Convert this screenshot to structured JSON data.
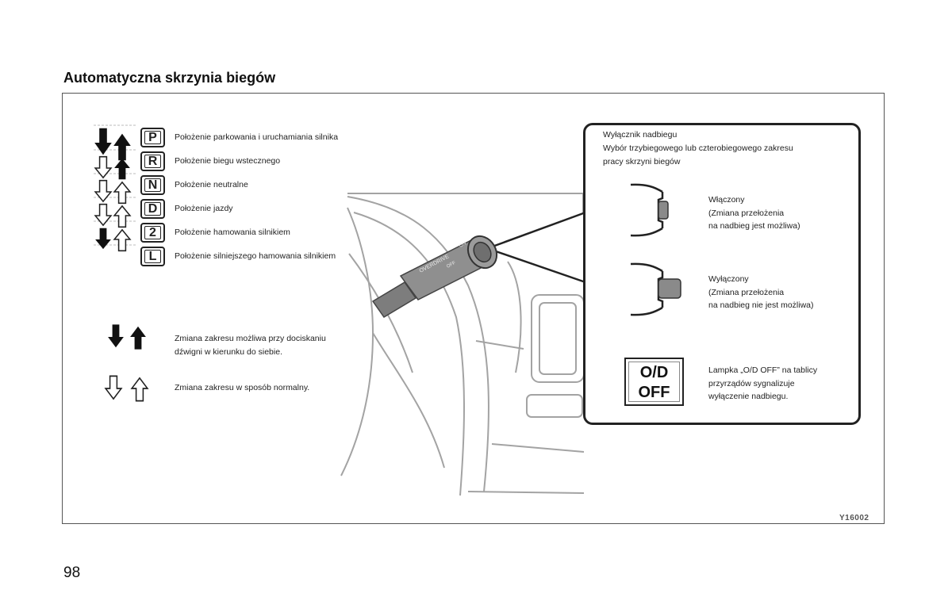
{
  "page": {
    "title": "Automatyczna skrzynia biegów",
    "number": "98",
    "figure_code": "Y16002"
  },
  "gears": [
    {
      "letter": "P",
      "label": "Położenie parkowania i uruchamiania silnika"
    },
    {
      "letter": "R",
      "label": "Położenie biegu wstecznego"
    },
    {
      "letter": "N",
      "label": "Położenie neutralne"
    },
    {
      "letter": "D",
      "label": "Położenie jazdy"
    },
    {
      "letter": "2",
      "label": "Położenie hamowania silnikiem"
    },
    {
      "letter": "L",
      "label": "Położenie silniejszego hamowania silnikiem"
    }
  ],
  "lever_markings": [
    "OVERDRIVE",
    "ON",
    "OFF"
  ],
  "notes": {
    "press_line1": "Zmiana zakresu możliwa przy dociskaniu",
    "press_line2": "dźwigni w kierunku do siebie.",
    "normal": "Zmiana zakresu w sposób normalny."
  },
  "callout": {
    "title": "Wyłącznik nadbiegu",
    "desc_line1": "Wybór trzybiegowego lub czterobiegowego zakresu",
    "desc_line2": "pracy skrzyni biegów",
    "on": {
      "line1": "Włączony",
      "line2": "(Zmiana przełożenia",
      "line3": "na nadbieg jest możliwa)"
    },
    "off": {
      "line1": "Wyłączony",
      "line2": "(Zmiana przełożenia",
      "line3": "na nadbieg nie jest możliwa)"
    },
    "lamp": {
      "label_line1": "O/D",
      "label_line2": "OFF",
      "desc_line1": "Lampka „O/D OFF” na tablicy",
      "desc_line2": "przyrządów sygnalizuje",
      "desc_line3": "wyłączenie nadbiegu."
    }
  },
  "colors": {
    "arrow_solid": "#111111",
    "arrow_hollow_stroke": "#222222",
    "lever_body": "#8a8a8a",
    "sketch_line": "#9a9a9a"
  }
}
